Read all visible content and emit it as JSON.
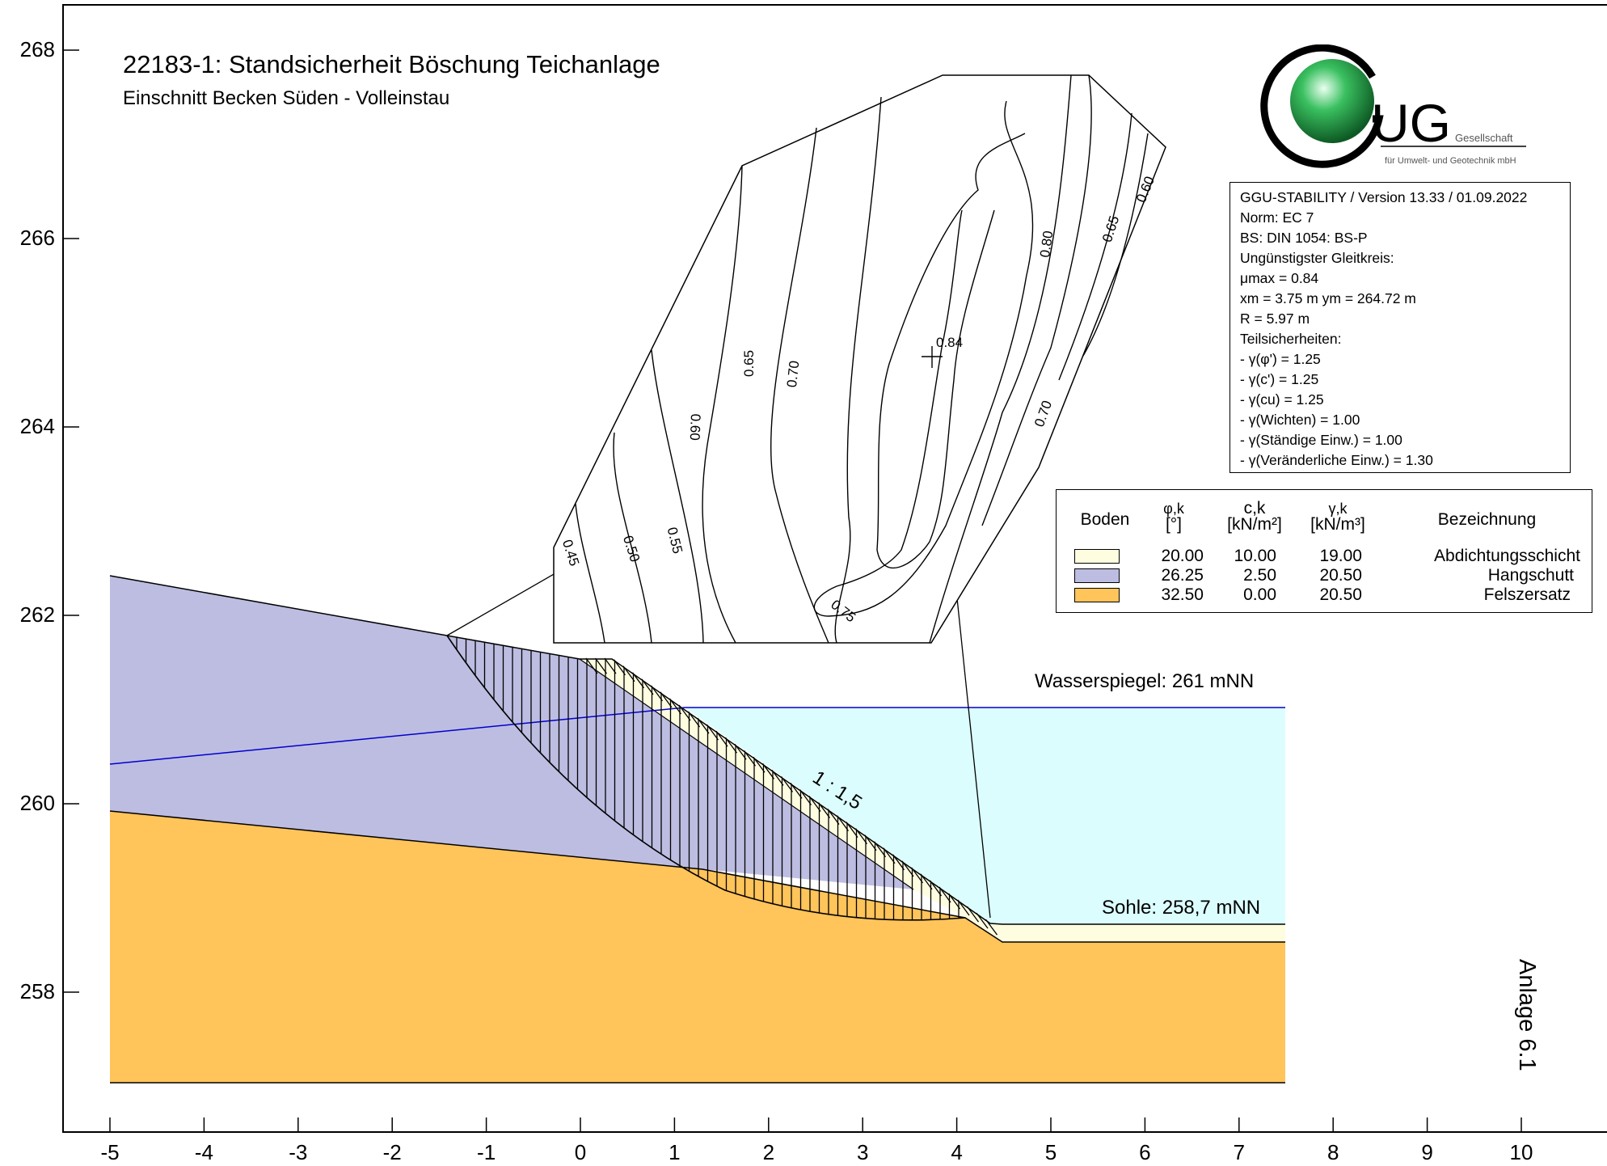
{
  "title": "22183-1: Standsicherheit Böschung Teichanlage",
  "subtitle": "Einschnitt Becken Süden - Volleinstau",
  "side_label": "Anlage 6.1",
  "logo": {
    "letters": "UG",
    "line1": "Gesellschaft",
    "line2": "für Umwelt- und Geotechnik mbH",
    "sphere_color": "#2aa84a"
  },
  "axes": {
    "x_ticks": [
      "-5",
      "-4",
      "-3",
      "-2",
      "-1",
      "0",
      "1",
      "2",
      "3",
      "4",
      "5",
      "6",
      "7",
      "8",
      "9",
      "10"
    ],
    "y_ticks": [
      "268",
      "266",
      "264",
      "262",
      "260",
      "258"
    ]
  },
  "info": {
    "version": "GGU-STABILITY / Version 13.33 / 01.09.2022",
    "norm": "Norm:  EC 7",
    "bs": "BS: DIN 1054: BS-P",
    "worst_circle": "Ungünstigster Gleitkreis:",
    "mu": "μmax = 0.84",
    "center": "xm = 3.75 m   ym = 264.72 m",
    "radius": "R = 5.97 m",
    "partial": "Teilsicherheiten:",
    "g1": " - γ(φ') = 1.25",
    "g2": " - γ(c') = 1.25",
    "g3": " - γ(cu) = 1.25",
    "g4": " - γ(Wichten) = 1.00",
    "g5": " - γ(Ständige Einw.) = 1.00",
    "g6": " - γ(Veränderliche Einw.) = 1.30"
  },
  "legend": {
    "h_boden": "Boden",
    "h_phi": "φ,k",
    "h_phi_unit": "[°]",
    "h_c": "c,k",
    "h_c_unit": "[kN/m²]",
    "h_gamma": "γ,k",
    "h_gamma_unit": "[kN/m³]",
    "h_name": "Bezeichnung",
    "rows": [
      {
        "color": "#fffde0",
        "phi": "20.00",
        "c": "10.00",
        "gamma": "19.00",
        "name": "Abdichtungsschicht"
      },
      {
        "color": "#bdbde2",
        "phi": "26.25",
        "c": "2.50",
        "gamma": "20.50",
        "name": "Hangschutt"
      },
      {
        "color": "#ffc45a",
        "phi": "32.50",
        "c": "0.00",
        "gamma": "20.50",
        "name": "Felszersatz"
      }
    ]
  },
  "labels": {
    "water": "Wasserspiegel: 261 mNN",
    "sole": "Sohle: 258,7 mNN",
    "slope": "1 : 1,5",
    "min_value": "0.84"
  },
  "contours": [
    "0.45",
    "0.50",
    "0.55",
    "0.60",
    "0.65",
    "0.70",
    "0.80",
    "0.65",
    "0.60",
    "0.70",
    "0.75"
  ],
  "colors": {
    "water": "#dcfdfe",
    "water_line": "#0000cc"
  }
}
